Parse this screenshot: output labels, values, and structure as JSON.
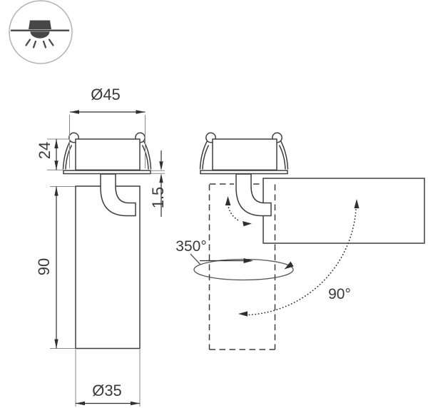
{
  "title": "Recessed swivel spot luminaire dimension drawing",
  "icons": {
    "installation": "recessed-downlight-icon"
  },
  "labels": {
    "dia_top": "Ø45",
    "height_head": "24",
    "flange_thickness": "1.5",
    "body_height": "90",
    "dia_body": "Ø35",
    "rotation_horizontal": "350°",
    "rotation_tilt": "90°"
  },
  "colors": {
    "object_line": "#3e3e3e",
    "dimension_line": "#2f2f2f",
    "extension_line": "#8a8a8a",
    "text": "#3a3a3a",
    "icon_fill": "#474747",
    "icon_circle": "#b3b3b3",
    "background": "#ffffff"
  }
}
